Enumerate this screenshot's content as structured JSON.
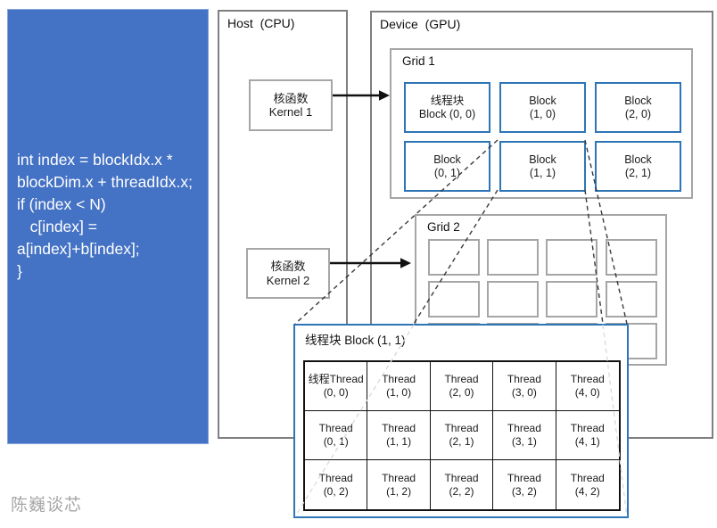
{
  "code_panel": {
    "lines": [
      "int index = blockIdx.x *",
      "blockDim.x + threadIdx.x;",
      "",
      "if (index < N)",
      "   c[index] =",
      "a[index]+b[index];",
      "}"
    ]
  },
  "host": {
    "title": "Host  (CPU)",
    "kernel1": {
      "line1": "核函数",
      "line2": "Kernel 1"
    },
    "kernel2": {
      "line1": "核函数",
      "line2": "Kernel 2"
    }
  },
  "device": {
    "title": "Device  (GPU)",
    "grid1": {
      "label": "Grid 1",
      "blocks": [
        {
          "line1": "线程块",
          "line2": "Block (0, 0)"
        },
        {
          "line1": "Block",
          "line2": "(1, 0)"
        },
        {
          "line1": "Block",
          "line2": "(2, 0)"
        },
        {
          "line1": "Block",
          "line2": "(0, 1)"
        },
        {
          "line1": "Block",
          "line2": "(1, 1)"
        },
        {
          "line1": "Block",
          "line2": "(2, 1)"
        }
      ]
    },
    "grid2": {
      "label": "Grid 2"
    }
  },
  "expansion": {
    "title": "线程块 Block (1, 1)",
    "threads": [
      {
        "line1": "线程Thread",
        "line2": "(0, 0)"
      },
      {
        "line1": "Thread",
        "line2": "(1, 0)"
      },
      {
        "line1": "Thread",
        "line2": "(2, 0)"
      },
      {
        "line1": "Thread",
        "line2": "(3, 0)"
      },
      {
        "line1": "Thread",
        "line2": "(4, 0)"
      },
      {
        "line1": "Thread",
        "line2": "(0, 1)"
      },
      {
        "line1": "Thread",
        "line2": "(1, 1)"
      },
      {
        "line1": "Thread",
        "line2": "(2, 1)"
      },
      {
        "line1": "Thread",
        "line2": "(3, 1)"
      },
      {
        "line1": "Thread",
        "line2": "(4, 1)"
      },
      {
        "line1": "Thread",
        "line2": "(0, 2)"
      },
      {
        "line1": "Thread",
        "line2": "(1, 2)"
      },
      {
        "line1": "Thread",
        "line2": "(2, 2)"
      },
      {
        "line1": "Thread",
        "line2": "(3, 2)"
      },
      {
        "line1": "Thread",
        "line2": "(4, 2)"
      }
    ]
  },
  "watermark": "陈巍谈芯",
  "colors": {
    "panel_blue": "#4472C4",
    "block_border_blue": "#2E75B6",
    "outer_border_gray": "#7F7F7F",
    "inner_border_gray": "#A6A6A6"
  }
}
